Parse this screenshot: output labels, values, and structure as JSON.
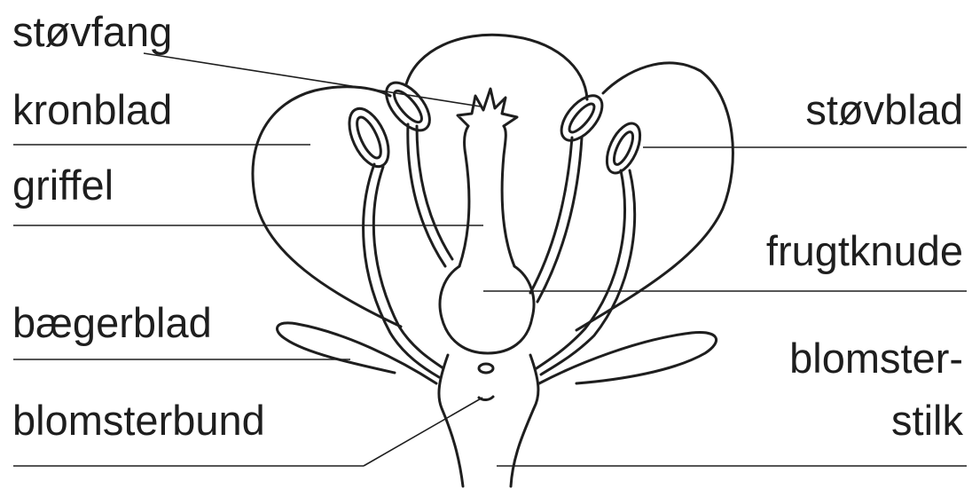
{
  "labels": {
    "stovfang": "støvfang",
    "kronblad": "kronblad",
    "griffel": "griffel",
    "baegerblad": "bægerblad",
    "blomsterbund": "blomsterbund",
    "stovblad": "støvblad",
    "frugtknude": "frugtknude",
    "blomsterstilk_line1": "blomster-",
    "blomsterstilk_line2": "stilk"
  },
  "colors": {
    "ink": "#1e1e1e",
    "background": "#ffffff"
  }
}
